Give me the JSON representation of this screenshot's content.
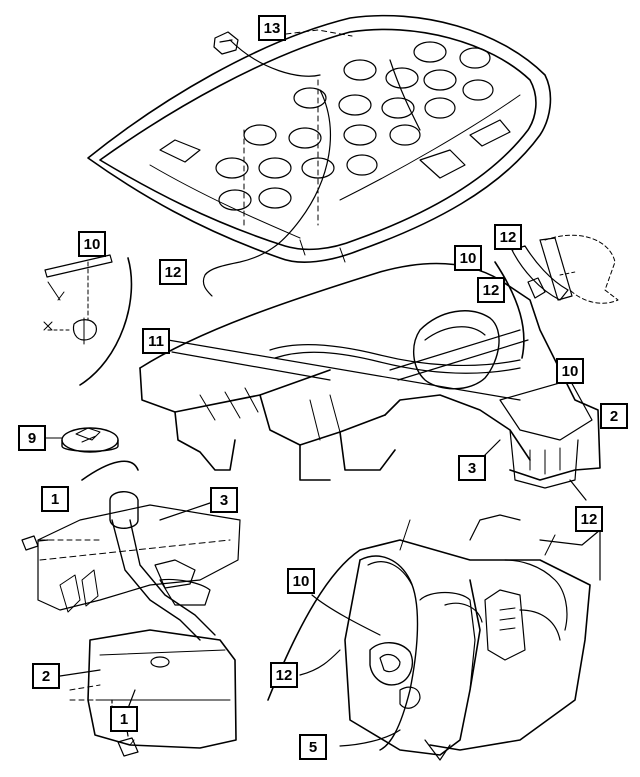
{
  "callouts": [
    {
      "id": "c13",
      "label": "13"
    },
    {
      "id": "c10a",
      "label": "10"
    },
    {
      "id": "c12a",
      "label": "12"
    },
    {
      "id": "c12b",
      "label": "12"
    },
    {
      "id": "c10b",
      "label": "10"
    },
    {
      "id": "c12c",
      "label": "12"
    },
    {
      "id": "c11",
      "label": "11"
    },
    {
      "id": "c10c",
      "label": "10"
    },
    {
      "id": "c2a",
      "label": "2"
    },
    {
      "id": "c9",
      "label": "9"
    },
    {
      "id": "c3a",
      "label": "3"
    },
    {
      "id": "c12d",
      "label": "12"
    },
    {
      "id": "c1a",
      "label": "1"
    },
    {
      "id": "c3b",
      "label": "3"
    },
    {
      "id": "c10d",
      "label": "10"
    },
    {
      "id": "c2b",
      "label": "2"
    },
    {
      "id": "c12e",
      "label": "12"
    },
    {
      "id": "c1b",
      "label": "1"
    },
    {
      "id": "c5",
      "label": "5"
    }
  ],
  "colors": {
    "ink": "#000000",
    "paper": "#ffffff"
  }
}
